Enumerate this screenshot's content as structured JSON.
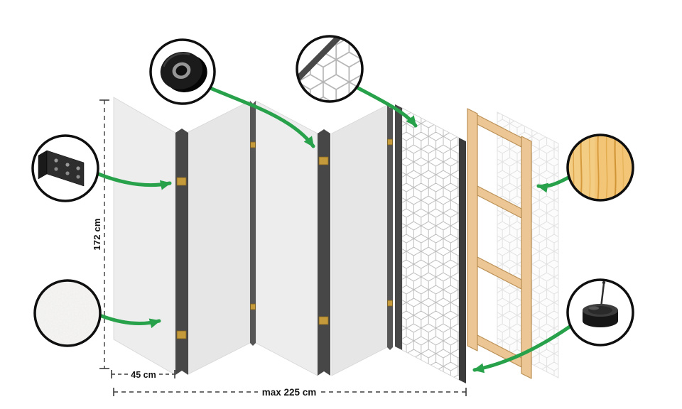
{
  "diagram": {
    "type": "product-assembly-infographic",
    "subject": "5-panel folding room divider (exploded view)",
    "dimensions": {
      "height_label": "172 cm",
      "panel_width_label": "45 cm",
      "max_width_label": "max 225 cm"
    },
    "callouts": [
      {
        "id": "hinge",
        "icon": "hinge-icon",
        "meaning": "metal hinge hardware"
      },
      {
        "id": "tape",
        "icon": "tape-roll-icon",
        "meaning": "black tape roll"
      },
      {
        "id": "pattern",
        "icon": "pattern-detail-icon",
        "meaning": "printed geometric cube pattern close-up"
      },
      {
        "id": "fleece",
        "icon": "fleece-texture-icon",
        "meaning": "white non-woven fleece texture"
      },
      {
        "id": "wood",
        "icon": "wood-texture-icon",
        "meaning": "natural pine wood texture"
      },
      {
        "id": "foot",
        "icon": "foot-pin-icon",
        "meaning": "round black foot with pin"
      }
    ],
    "colors": {
      "arrow_green": "#28a14b",
      "panel_gray": "#ededed",
      "panel_gray_alt": "#e6e6e6",
      "edge_dark": "#474747",
      "hinge_gold": "#c49a3a",
      "wood_frame": "#ecc795",
      "wood_texture": "#f2c577",
      "circle_border": "#0f0f0f"
    }
  }
}
